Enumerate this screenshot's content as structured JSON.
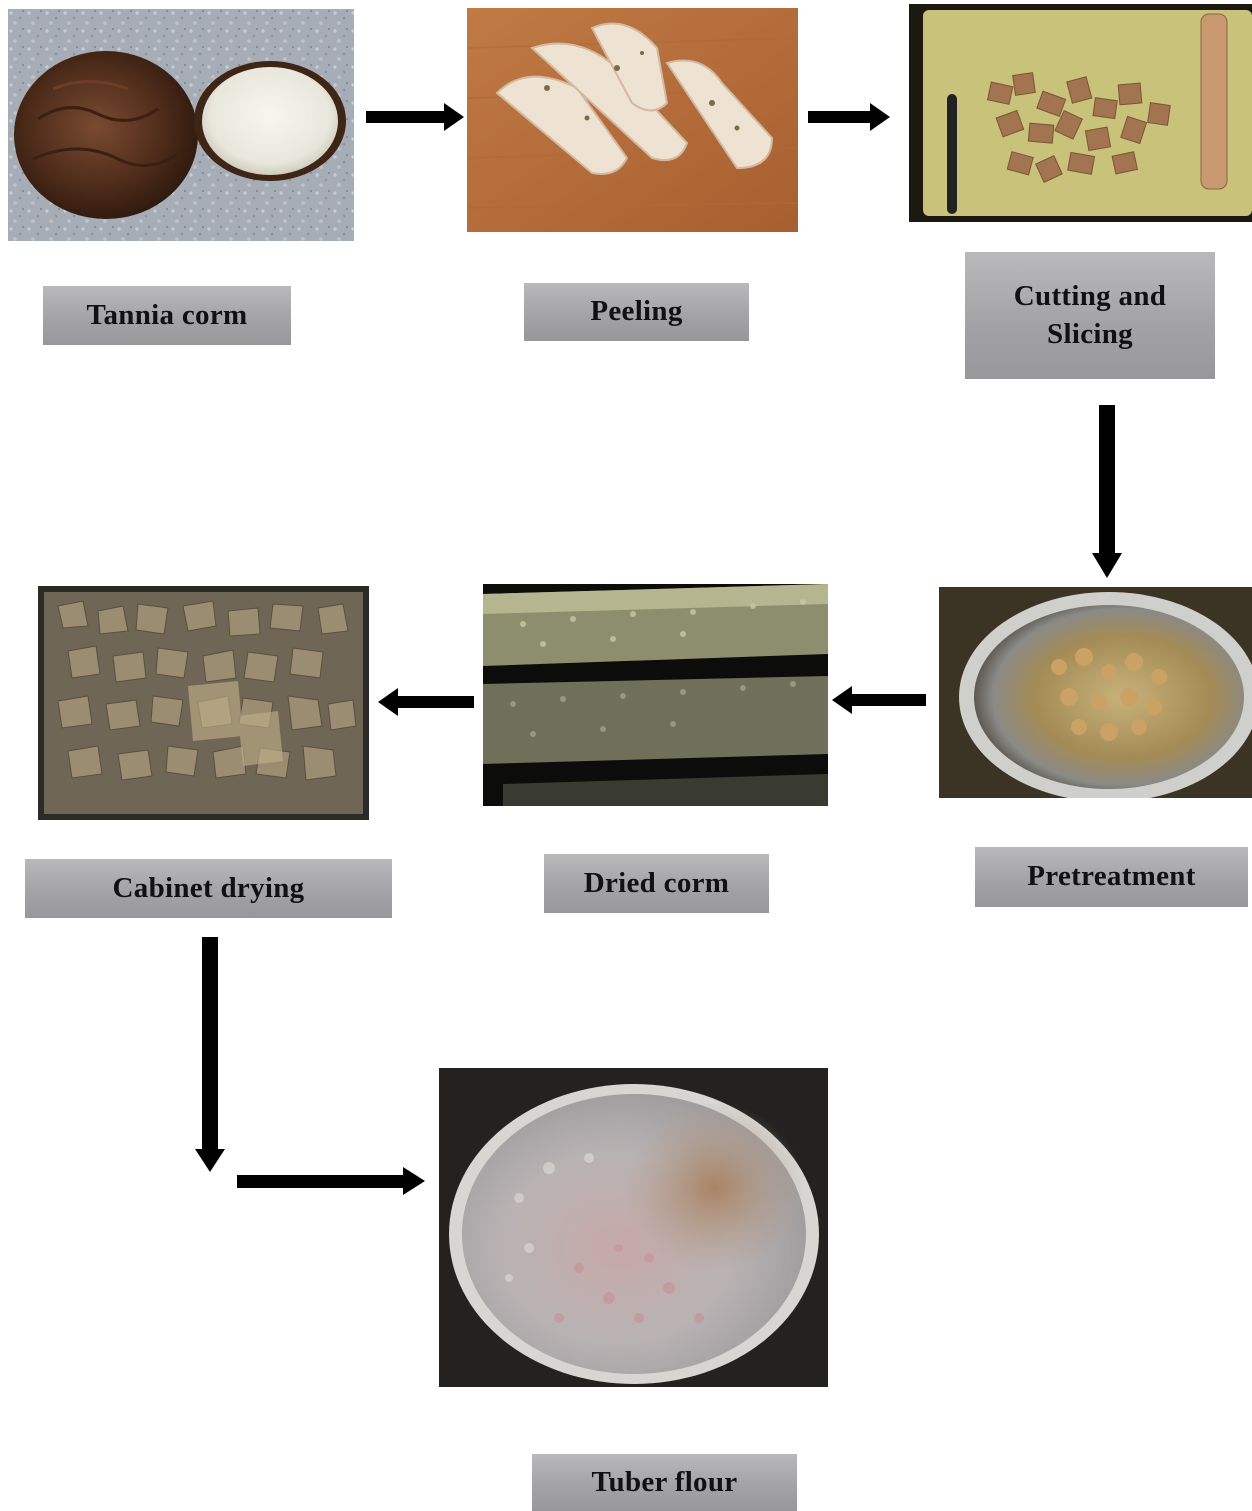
{
  "diagram": {
    "steps": [
      {
        "id": "corm",
        "label": "Tannia corm"
      },
      {
        "id": "peeling",
        "label": "Peeling"
      },
      {
        "id": "cutting",
        "label": "Cutting and Slicing"
      },
      {
        "id": "pretreat",
        "label": "Pretreatment"
      },
      {
        "id": "dried",
        "label": "Dried corm"
      },
      {
        "id": "cabinet",
        "label": "Cabinet drying"
      },
      {
        "id": "flour",
        "label": "Tuber flour"
      }
    ],
    "arrows": [
      {
        "from": "corm",
        "to": "peeling",
        "direction": "right"
      },
      {
        "from": "peeling",
        "to": "cutting",
        "direction": "right"
      },
      {
        "from": "cutting",
        "to": "pretreat",
        "direction": "down"
      },
      {
        "from": "pretreat",
        "to": "dried",
        "direction": "left"
      },
      {
        "from": "dried",
        "to": "cabinet",
        "direction": "left"
      },
      {
        "from": "cabinet",
        "to": "flour",
        "direction": "down-then-right"
      }
    ],
    "colors": {
      "label_bg": "#a8a8ab",
      "label_text": "#111111",
      "arrow": "#000000"
    }
  }
}
